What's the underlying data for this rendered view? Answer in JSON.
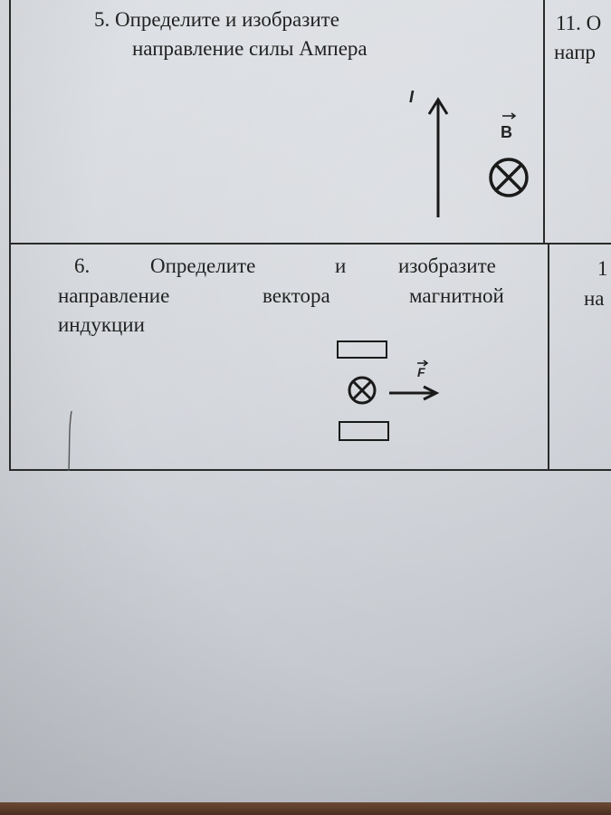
{
  "task5": {
    "number": "5.",
    "line1": "Определите и изобразите",
    "line2": "направление силы Ампера",
    "current_label": "I",
    "field_label": "B"
  },
  "task11": {
    "line1": "11. О",
    "line2": "напр"
  },
  "task6": {
    "number": "6.",
    "word1": "Определите",
    "word2": "и",
    "word3": "изобразите",
    "line2_word1": "направление",
    "line2_word2": "вектора",
    "line2_word3": "магнитной",
    "line3": "индукции",
    "force_label": "F"
  },
  "task12": {
    "line1": "1",
    "line2": "на"
  }
}
